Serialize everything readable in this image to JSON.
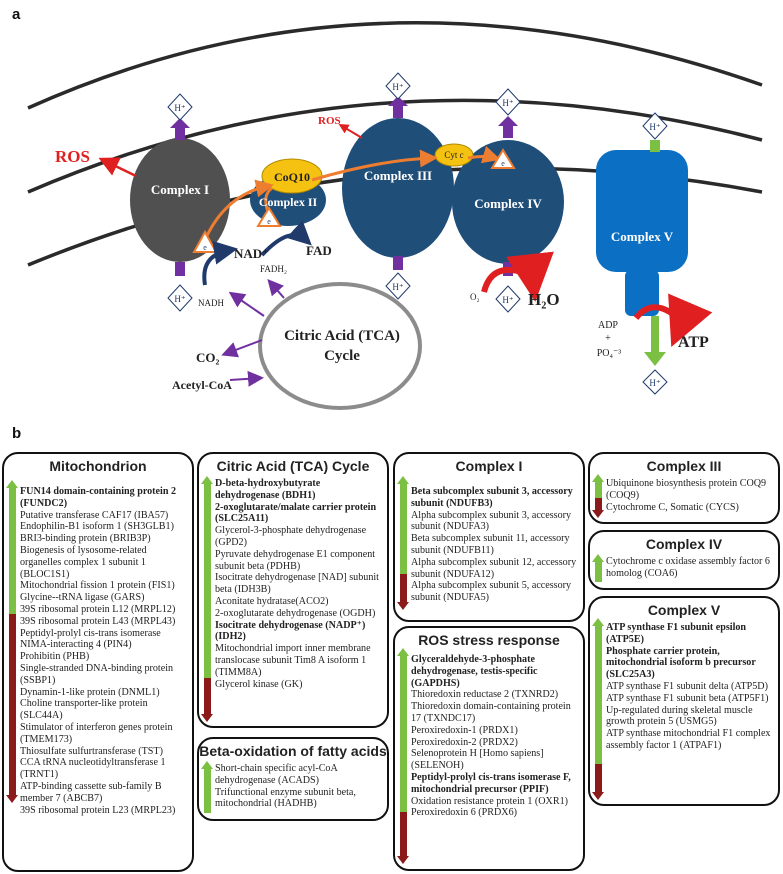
{
  "panel_a_label": "a",
  "panel_b_label": "b",
  "diagram": {
    "ros_left": "ROS",
    "ros_top": "ROS",
    "complex_i": "Complex I",
    "complex_ii": "Complex II",
    "complex_iii": "Complex III",
    "complex_iv": "Complex IV",
    "complex_v": "Complex V",
    "coq10": "CoQ10",
    "cytc": "Cyt c",
    "electron": "e",
    "proton": "H⁺",
    "nadh": "NADH",
    "nad": "NAD⁺",
    "fadh2": "FADH₂",
    "fad": "FAD",
    "co2": "CO₂",
    "acetyl_coa": "Acetyl-CoA",
    "tca_line1": "Citric Acid (TCA)",
    "tca_line2": "Cycle",
    "o2": "O₂",
    "h2o": "H₂O",
    "adp": "ADP",
    "plus": "+",
    "po4": "PO₄⁻³",
    "atp": "ATP",
    "colors": {
      "complex_i": "#505050",
      "complex_blue": "#1f4e79",
      "complex_v": "#0b6fc4",
      "coq10": "#f5c211",
      "ros": "#e02020",
      "orange": "#ed7d31",
      "purple": "#7030a0",
      "green": "#7bc043",
      "dark_red": "#8b1a1a",
      "navy": "#1f3a6b"
    }
  },
  "panel_b": {
    "mitochondrion": {
      "title": "Mitochondrion",
      "items": [
        {
          "text": "FUN14 domain-containing protein 2 (FUNDC2)",
          "bold": true
        },
        {
          "text": "Putative transferase CAF17 (IBA57)",
          "bold": false
        },
        {
          "text": "Endophilin-B1 isoform 1 (SH3GLB1)",
          "bold": false
        },
        {
          "text": "BRI3-binding protein (BRIB3P)",
          "bold": false
        },
        {
          "text": "Biogenesis of lysosome-related organelles complex 1 subunit 1 (BLOC1S1)",
          "bold": false
        },
        {
          "text": "Mitochondrial fission 1 protein (FIS1)",
          "bold": false
        },
        {
          "text": "Glycine--tRNA ligase (GARS)",
          "bold": false
        },
        {
          "text": "39S ribosomal protein L12 (MRPL12)",
          "bold": false
        },
        {
          "text": "39S ribosomal protein L43 (MRPL43)",
          "bold": false
        },
        {
          "text": "Peptidyl-prolyl cis-trans isomerase NIMA-interacting 4 (PIN4)",
          "bold": false
        },
        {
          "text": "Prohibitin (PHB)",
          "bold": false
        },
        {
          "text": "Single-stranded DNA-binding protein (SSBP1)",
          "bold": false
        },
        {
          "text": "Dynamin-1-like protein (DNML1)",
          "bold": false
        },
        {
          "text": "Choline transporter-like protein (SLC44A)",
          "bold": false
        },
        {
          "text": "Stimulator of interferon genes protein (TMEM173)",
          "bold": false
        },
        {
          "text": "Thiosulfate sulfurtransferase (TST)",
          "bold": false
        },
        {
          "text": "CCA tRNA nucleotidyltransferase 1 (TRNT1)",
          "bold": false
        },
        {
          "text": "ATP-binding cassette sub-family B member 7 (ABCB7)",
          "bold": false
        },
        {
          "text": "39S ribosomal protein L23 (MRPL23)",
          "bold": false
        }
      ]
    },
    "tca": {
      "title": "Citric Acid (TCA) Cycle",
      "items": [
        {
          "text": "D-beta-hydroxybutyrate dehydrogenase (BDH1)",
          "bold": true
        },
        {
          "text": "2-oxoglutarate/malate carrier protein (SLC25A11)",
          "bold": true
        },
        {
          "text": "Glycerol-3-phosphate dehydrogenase (GPD2)",
          "bold": false
        },
        {
          "text": "Pyruvate dehydrogenase E1 component subunit beta (PDHB)",
          "bold": false
        },
        {
          "text": "Isocitrate dehydrogenase [NAD] subunit beta (IDH3B)",
          "bold": false
        },
        {
          "text": "Aconitate hydratase(ACO2)",
          "bold": false
        },
        {
          "text": "2-oxoglutarate dehydrogenase (OGDH)",
          "bold": false
        },
        {
          "text": "Isocitrate dehydrogenase (NADP⁺) (IDH2)",
          "bold": true
        },
        {
          "text": "Mitochondrial import inner membrane translocase subunit Tim8 A isoform 1 (TIMM8A)",
          "bold": false
        },
        {
          "text": "Glycerol kinase (GK)",
          "bold": false
        }
      ]
    },
    "beta_ox": {
      "title": "Beta-oxidation of fatty acids",
      "items": [
        {
          "text": "Short-chain specific acyl-CoA dehydrogenase (ACADS)",
          "bold": false
        },
        {
          "text": "Trifunctional enzyme subunit beta, mitochondrial (HADHB)",
          "bold": false
        }
      ]
    },
    "complex1": {
      "title": "Complex I",
      "items": [
        {
          "text": "Beta subcomplex subunit 3, accessory subunit (NDUFB3)",
          "bold": true
        },
        {
          "text": "Alpha subcomplex subunit 3, accessory subunit (NDUFA3)",
          "bold": false
        },
        {
          "text": "Beta subcomplex subunit 11, accessory subunit (NDUFB11)",
          "bold": false
        },
        {
          "text": "Alpha subcomplex subunit 12, accessory subunit (NDUFA12)",
          "bold": false
        },
        {
          "text": "Alpha subcomplex subunit 5, accessory subunit (NDUFA5)",
          "bold": false
        }
      ]
    },
    "ros": {
      "title": "ROS stress response",
      "items": [
        {
          "text": "Glyceraldehyde-3-phosphate dehydrogenase, testis-specific (GAPDHS)",
          "bold": true
        },
        {
          "text": "Thioredoxin reductase 2 (TXNRD2)",
          "bold": false
        },
        {
          "text": "Thioredoxin domain-containing protein 17 (TXNDC17)",
          "bold": false
        },
        {
          "text": "Peroxiredoxin-1 (PRDX1)",
          "bold": false
        },
        {
          "text": "Peroxiredoxin-2 (PRDX2)",
          "bold": false
        },
        {
          "text": "Selenoprotein H [Homo sapiens] (SELENOH)",
          "bold": false
        },
        {
          "text": "Peptidyl-prolyl cis-trans isomerase F, mitochondrial precursor (PPIF)",
          "bold": true
        },
        {
          "text": "Oxidation resistance protein 1 (OXR1)",
          "bold": false
        },
        {
          "text": "Peroxiredoxin 6 (PRDX6)",
          "bold": false
        }
      ]
    },
    "complex3": {
      "title": "Complex III",
      "items": [
        {
          "text": "Ubiquinone biosynthesis protein COQ9 (COQ9)",
          "bold": false
        },
        {
          "text": "Cytochrome C, Somatic (CYCS)",
          "bold": false
        }
      ]
    },
    "complex4": {
      "title": "Complex IV",
      "items": [
        {
          "text": "Cytochrome c oxidase assembly factor 6 homolog (COA6)",
          "bold": false
        }
      ]
    },
    "complex5": {
      "title": "Complex V",
      "items": [
        {
          "text": "ATP synthase F1 subunit epsilon (ATP5E)",
          "bold": true
        },
        {
          "text": "Phosphate carrier protein, mitochondrial isoform b precursor (SLC25A3)",
          "bold": true
        },
        {
          "text": "ATP synthase F1 subunit delta (ATP5D)",
          "bold": false
        },
        {
          "text": "ATP synthase F1 subunit beta (ATP5F1)",
          "bold": false
        },
        {
          "text": "Up-regulated during skeletal muscle growth protein 5 (USMG5)",
          "bold": false
        },
        {
          "text": "ATP synthase mitochondrial F1 complex assembly factor 1 (ATPAF1)",
          "bold": false
        }
      ]
    }
  }
}
